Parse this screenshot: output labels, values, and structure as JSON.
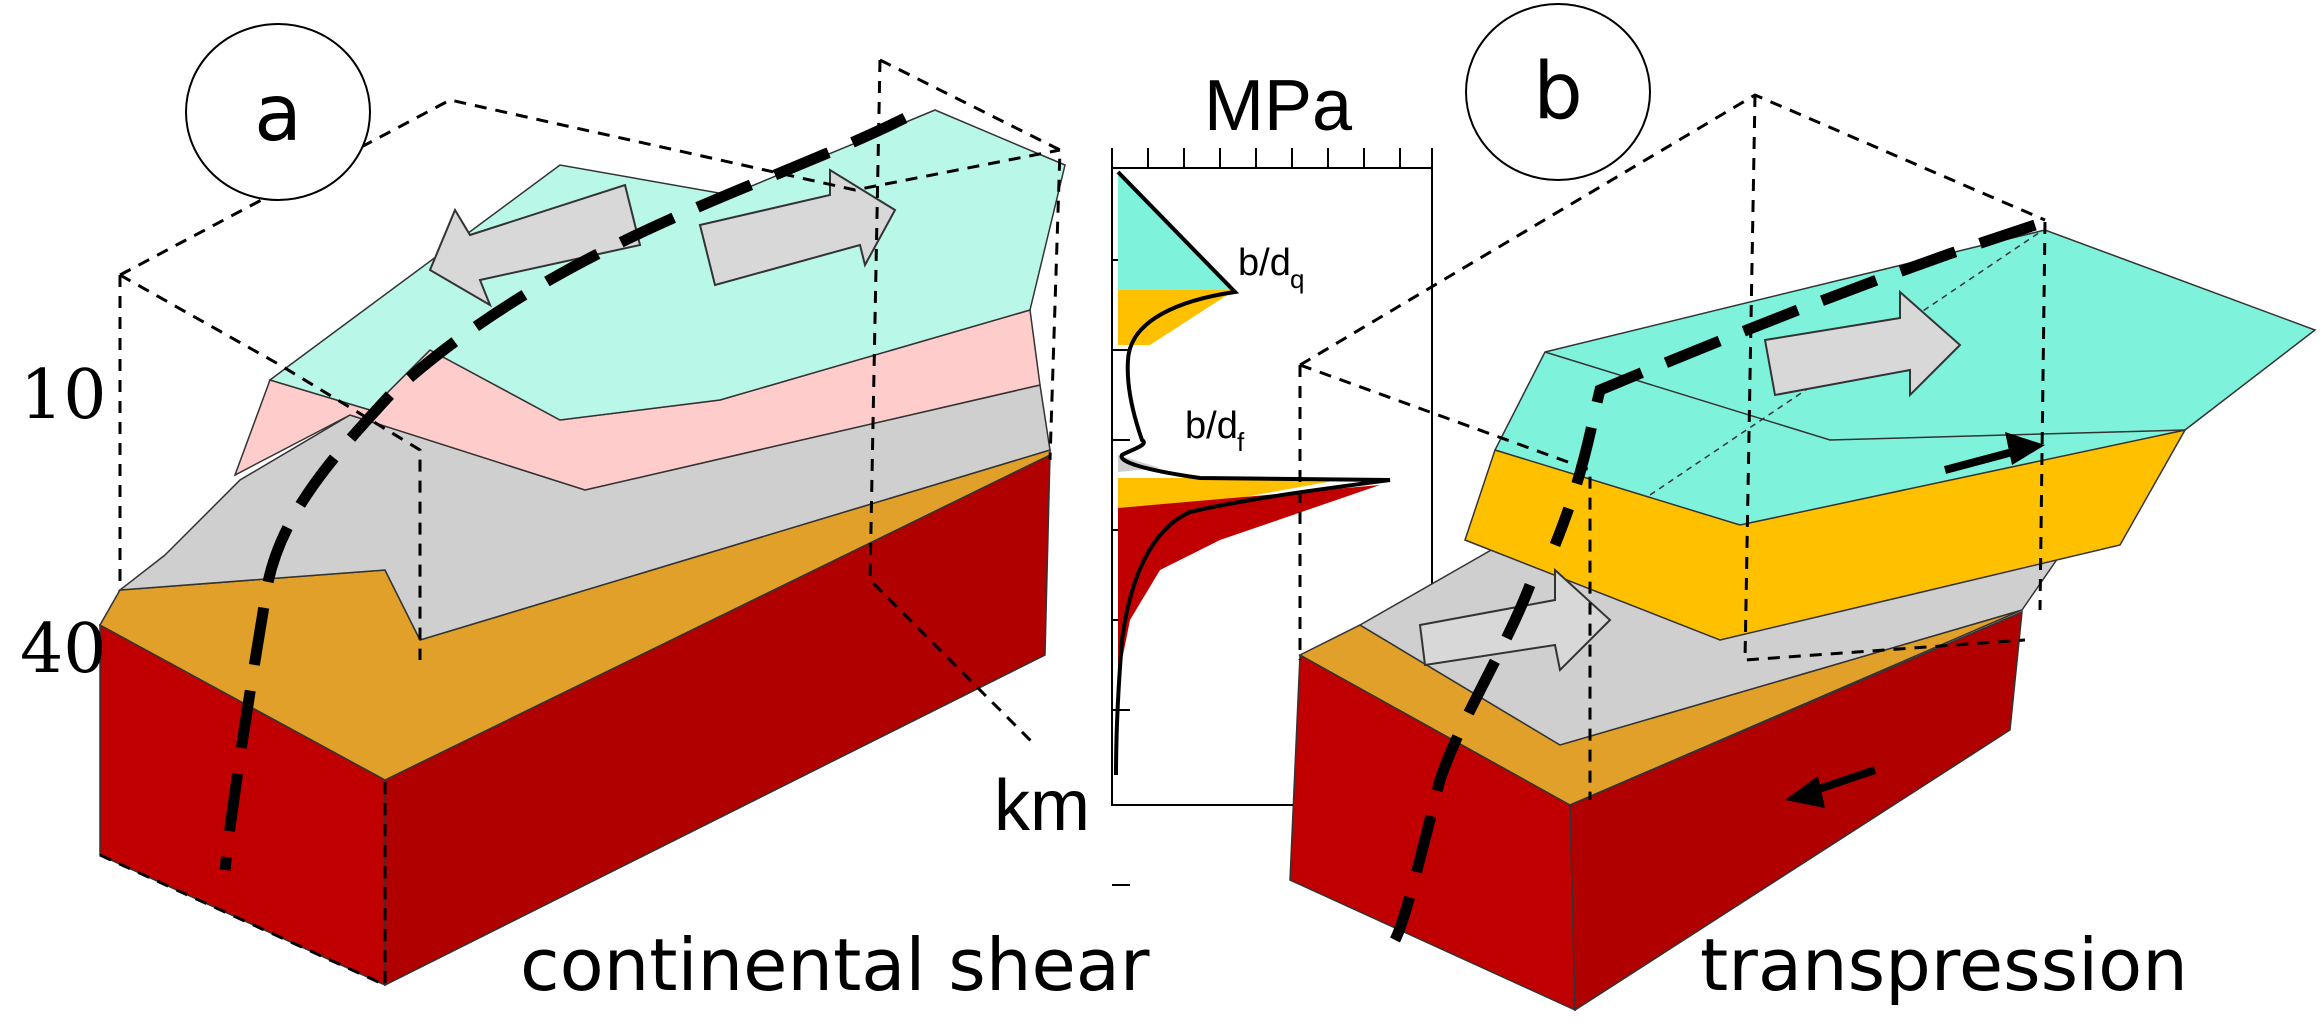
{
  "panels": {
    "a": {
      "letter": "a",
      "caption": "continental shear"
    },
    "b": {
      "letter": "b",
      "caption": "transpression"
    }
  },
  "depth_ticks": [
    {
      "label": "10"
    },
    {
      "label": "40"
    }
  ],
  "strength_profile": {
    "top_label": "MPa",
    "bottom_label": "km",
    "annotations": [
      {
        "main": "b/d",
        "sub": "q"
      },
      {
        "main": "b/d",
        "sub": "f"
      }
    ]
  },
  "layer_colors": {
    "upper_crust": "#b9f7e9",
    "upper_crust_b": "#7ff2dc",
    "pink_layer": "#ffcccc",
    "middle_crust": "#cfcfcf",
    "orange_layer": "#e0a02a",
    "orange_layer_b": "#ffc000",
    "mantle": "#c00000"
  }
}
